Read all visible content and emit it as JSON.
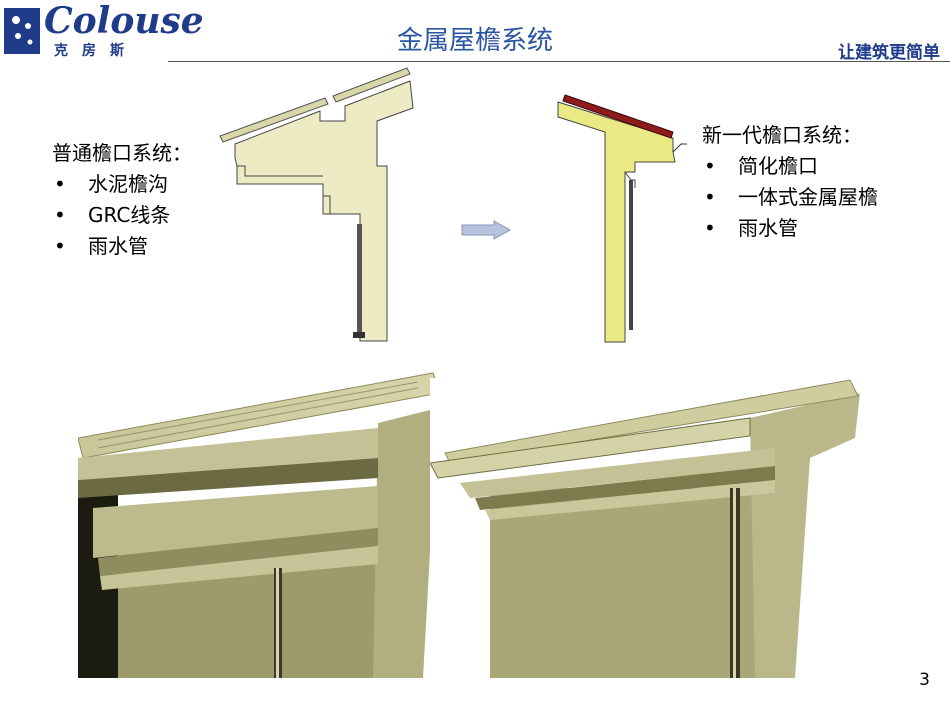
{
  "logo": {
    "brand": "Colouse",
    "sub": "克房斯"
  },
  "header": {
    "title": "金属屋檐系统",
    "slogan": "让建筑更简单"
  },
  "left_list": {
    "heading": "普通檐口系统：",
    "items": [
      "水泥檐沟",
      "GRC线条",
      "雨水管"
    ]
  },
  "right_list": {
    "heading": "新一代檐口系统：",
    "items": [
      "简化檐口",
      "一体式金属屋檐",
      "雨水管"
    ]
  },
  "footer": {
    "page_number": "3"
  },
  "colors": {
    "accent": "#2a55a0",
    "wall_old": "#ecebc4",
    "wall_new": "#ebe983",
    "gutter_red": "#8e1a1a",
    "render_wall": "#a9a778"
  }
}
